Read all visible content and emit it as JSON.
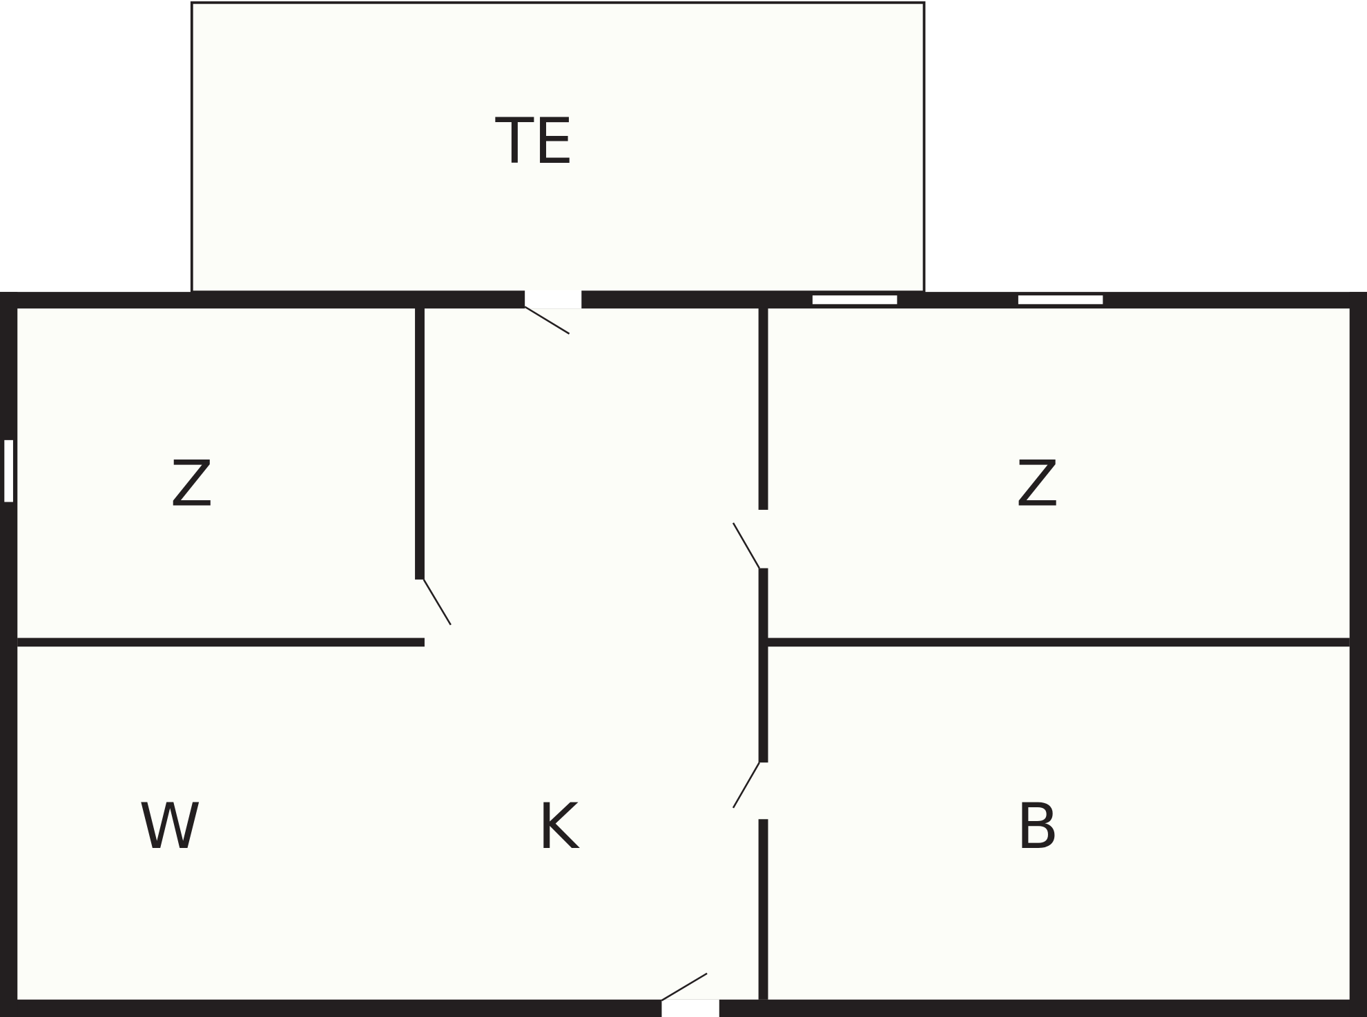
{
  "rooms": {
    "terrace": "TE",
    "room_left": "Z",
    "room_right": "Z",
    "living": "W",
    "kitchen": "K",
    "bathroom": "B"
  },
  "colors": {
    "wall": "#231f20",
    "floor": "#fcfdf8",
    "background": "#ffffff"
  }
}
